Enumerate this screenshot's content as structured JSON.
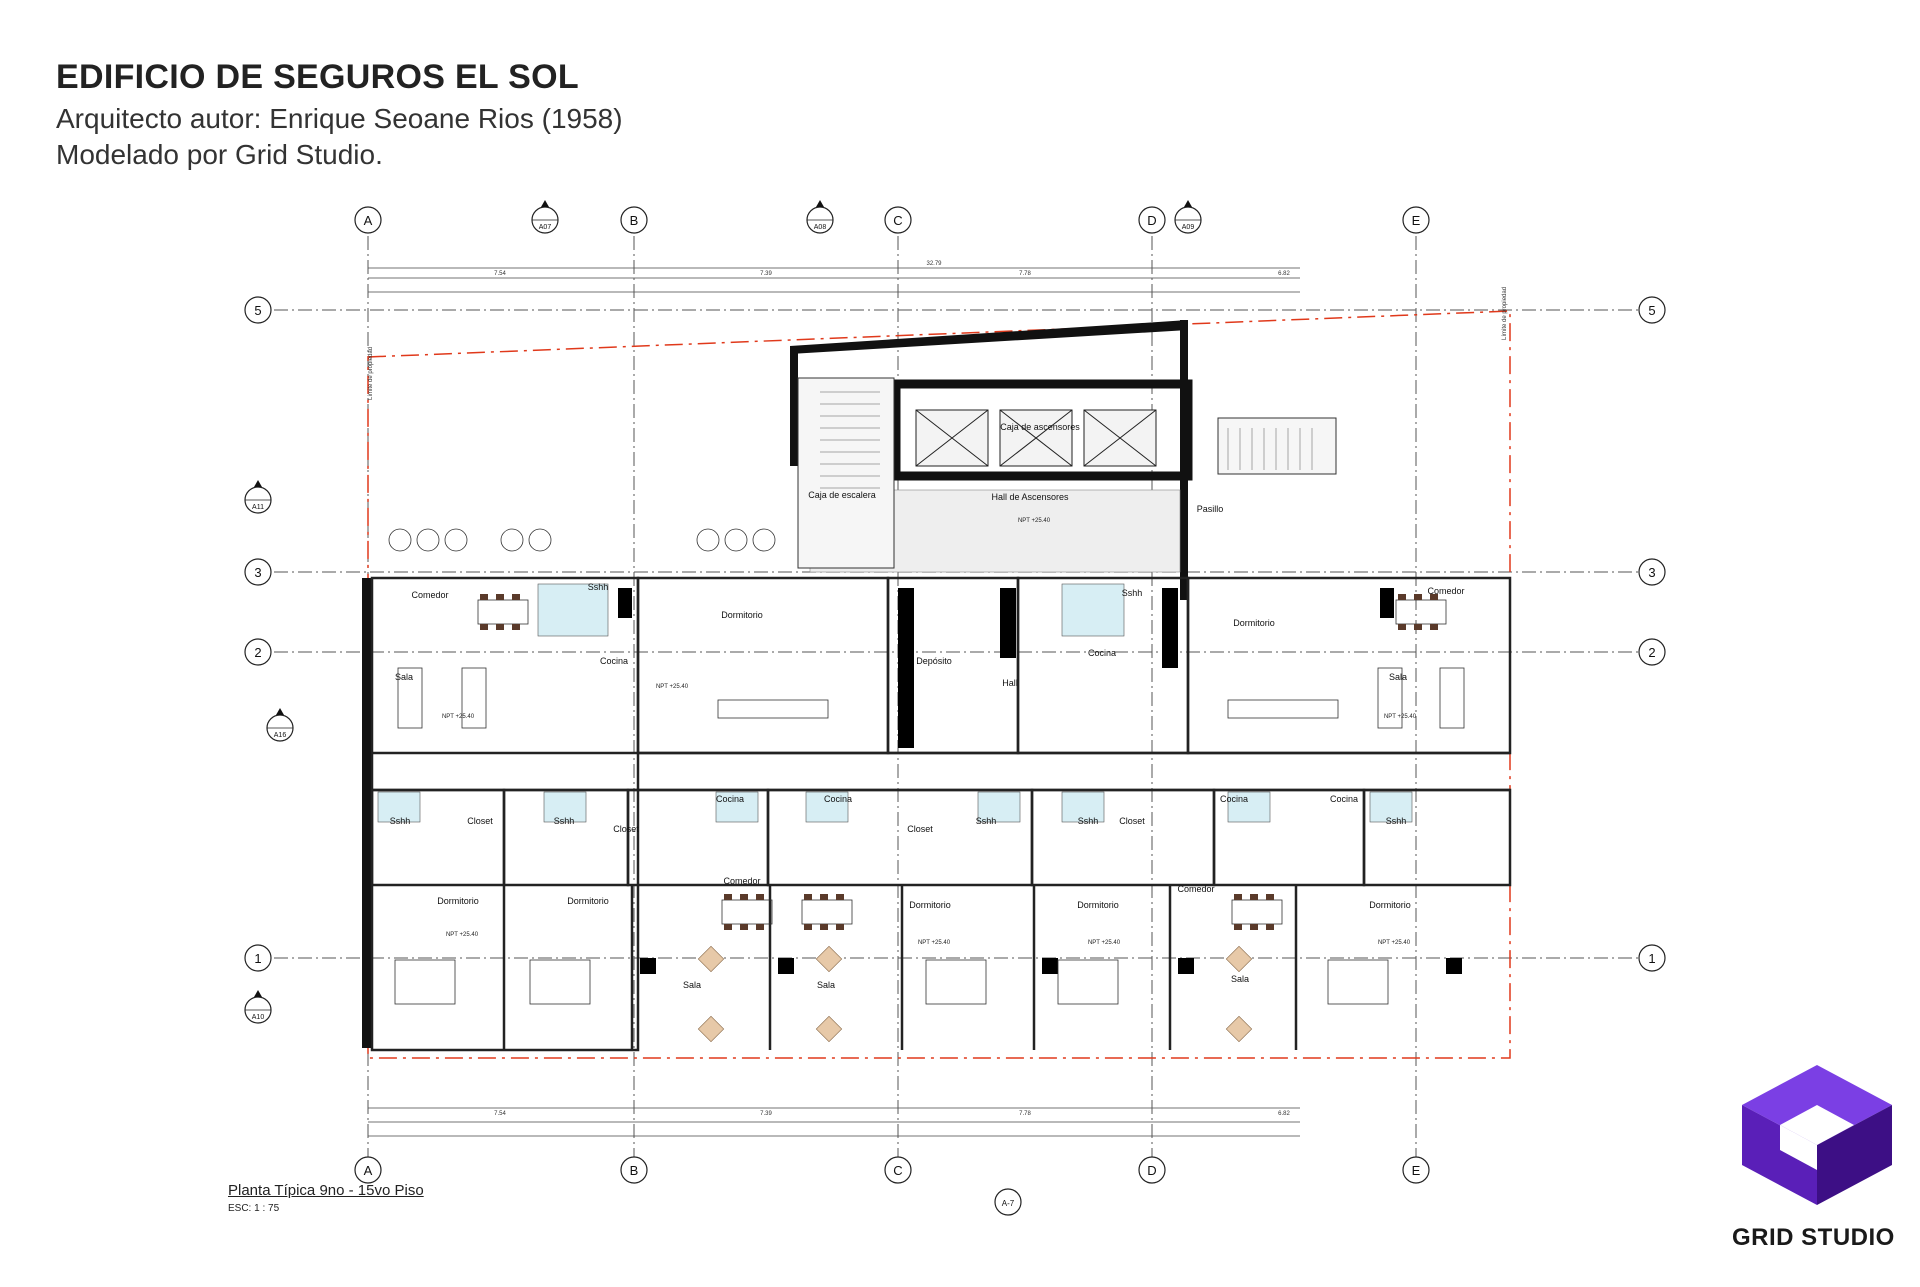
{
  "header": {
    "title": "EDIFICIO DE SEGUROS EL SOL",
    "subtitle": "Arquitecto autor: Enrique Seoane Rios (1958)",
    "credit": "Modelado por Grid Studio."
  },
  "plan": {
    "name": "Planta Típica 9no - 15vo Piso",
    "scale": "ESC: 1 : 75",
    "section_mark": "A-7",
    "grid_columns": [
      "A",
      "B",
      "C",
      "D",
      "E"
    ],
    "grid_rows": [
      "5",
      "3",
      "2",
      "1"
    ],
    "section_tags": [
      "A07",
      "A08",
      "A09",
      "A11",
      "A10",
      "A16"
    ],
    "total_dimension": "32.79",
    "bay_dimensions": [
      "7.54",
      "7.39",
      "7.78",
      "6.82"
    ],
    "rooms": [
      {
        "name": "Caja de ascensores"
      },
      {
        "name": "Hall de Ascensores"
      },
      {
        "name": "Caja de escalera"
      },
      {
        "name": "Pasillo"
      },
      {
        "name": "Comedor"
      },
      {
        "name": "Sshh"
      },
      {
        "name": "Dormitorio"
      },
      {
        "name": "Cocina"
      },
      {
        "name": "Sala"
      },
      {
        "name": "Depósito"
      },
      {
        "name": "Hall"
      },
      {
        "name": "Closet"
      }
    ],
    "level_label": "NPT +25.40",
    "property_line": "Límite de propiedad"
  },
  "brand": {
    "name": "GRID STUDIO",
    "colors": {
      "top": "#7b3fe4",
      "left": "#5a1fb8",
      "right": "#3d0f85"
    }
  }
}
